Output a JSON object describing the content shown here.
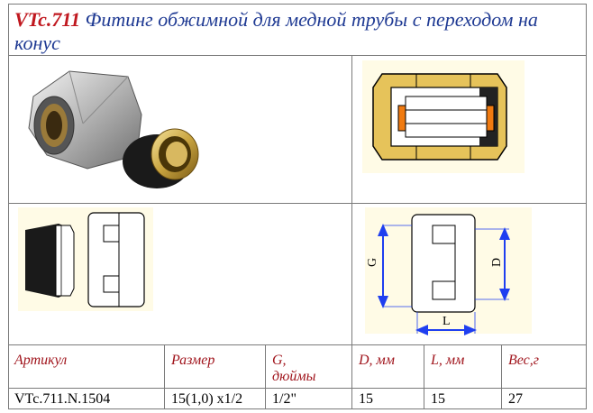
{
  "title": {
    "code": "VTc.711",
    "text": "Фитинг обжимной для медной трубы с переходом на конус"
  },
  "drawing": {
    "label_g": "G",
    "label_d": "D",
    "label_l": "L"
  },
  "table": {
    "headers": [
      "Артикул",
      "Размер",
      "G, дюймы",
      "D, мм",
      "L, мм",
      "Вес,г"
    ],
    "headers_lines": [
      [
        "Артикул"
      ],
      [
        "Размер"
      ],
      [
        "G,",
        "дюймы"
      ],
      [
        "D, мм"
      ],
      [
        "L, мм"
      ],
      [
        "Вес,г"
      ]
    ],
    "row": [
      "VTc.711.N.1504",
      "15(1,0) x1/2",
      "1/2\"",
      "15",
      "15",
      "27"
    ]
  },
  "colors": {
    "title_code": "#c0181f",
    "title_text": "#1f3a93",
    "header_text": "#a0141c",
    "dimension_arrow": "#1f3ff0",
    "brass": "#e6c35a",
    "orange_ring": "#f07a10",
    "drawing_bg": "#fffbe6"
  }
}
